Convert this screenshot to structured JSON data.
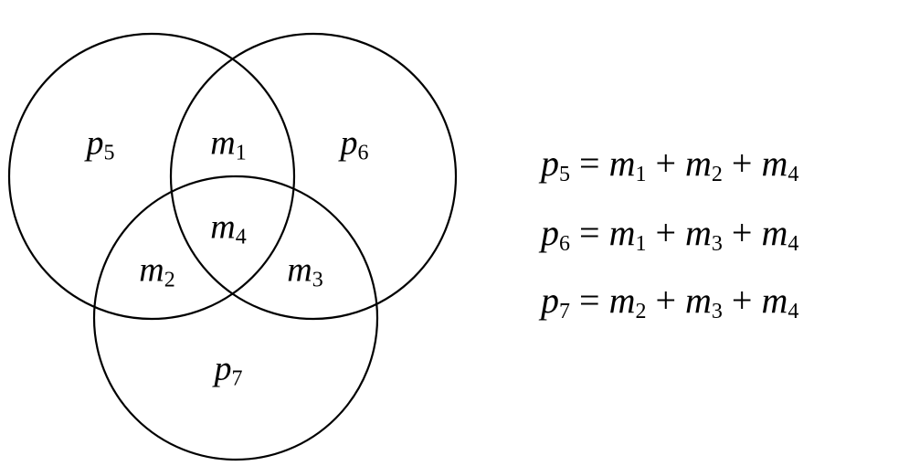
{
  "regions": {
    "p5": {
      "var": "p",
      "sub": "5"
    },
    "m1": {
      "var": "m",
      "sub": "1"
    },
    "p6": {
      "var": "p",
      "sub": "6"
    },
    "m4": {
      "var": "m",
      "sub": "4"
    },
    "m2": {
      "var": "m",
      "sub": "2"
    },
    "m3": {
      "var": "m",
      "sub": "3"
    },
    "p7": {
      "var": "p",
      "sub": "7"
    }
  },
  "equations": [
    {
      "lhs": {
        "var": "p",
        "sub": "5"
      },
      "eq": "=",
      "terms": [
        {
          "var": "m",
          "sub": "1"
        },
        {
          "var": "m",
          "sub": "2"
        },
        {
          "var": "m",
          "sub": "4"
        }
      ],
      "plus": "+"
    },
    {
      "lhs": {
        "var": "p",
        "sub": "6"
      },
      "eq": "=",
      "terms": [
        {
          "var": "m",
          "sub": "1"
        },
        {
          "var": "m",
          "sub": "3"
        },
        {
          "var": "m",
          "sub": "4"
        }
      ],
      "plus": "+"
    },
    {
      "lhs": {
        "var": "p",
        "sub": "7"
      },
      "eq": "=",
      "terms": [
        {
          "var": "m",
          "sub": "2"
        },
        {
          "var": "m",
          "sub": "3"
        },
        {
          "var": "m",
          "sub": "4"
        }
      ],
      "plus": "+"
    }
  ]
}
